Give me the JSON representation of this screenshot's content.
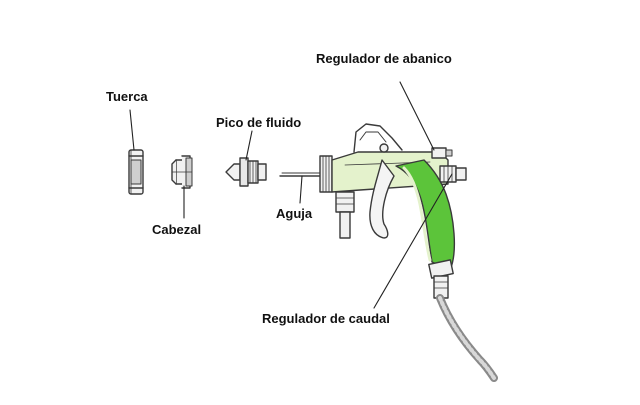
{
  "labels": {
    "fan_regulator": "Regulador de abanico",
    "nut": "Tuerca",
    "fluid_tip": "Pico de fluido",
    "needle": "Aguja",
    "air_cap": "Cabezal",
    "flow_regulator": "Regulador de caudal"
  },
  "colors": {
    "outline": "#3a3a3a",
    "gun_body": "#e4f2cc",
    "grip_accent": "#5cc43a",
    "part_fill": "#f1f1f1",
    "part_shade": "#cfcfcf",
    "hose": "#8a8a8a"
  },
  "icons": {
    "parts": [
      "nut-icon",
      "air-cap-icon",
      "fluid-tip-icon",
      "needle-icon",
      "spray-gun-body-icon",
      "air-hose-icon"
    ]
  }
}
